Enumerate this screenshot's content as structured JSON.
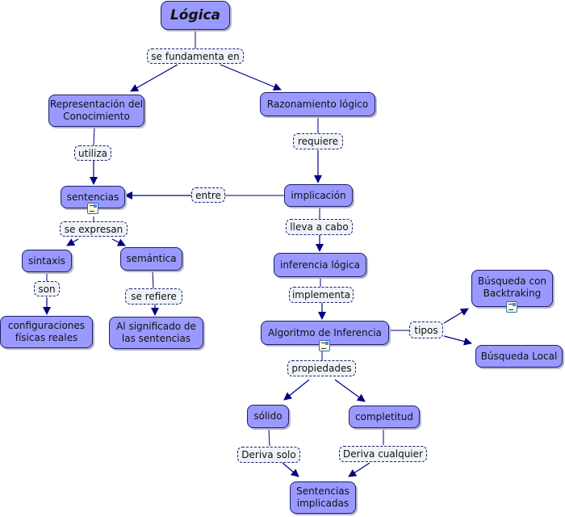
{
  "colors": {
    "concept_fill": "#9999ff",
    "concept_border": "#1f1f6b",
    "link_fill": "#eef3f7",
    "edge": "#000080"
  },
  "concepts": {
    "logica": "Lógica",
    "representacion": "Representación del Conocimiento",
    "razonamiento": "Razonamiento lógico",
    "sentencias": "sentencias",
    "implicacion": "implicación",
    "sintaxis": "sintaxis",
    "semantica": "semántica",
    "inferencia": "inferencia lógica",
    "configuraciones": "configuraciones físicas reales",
    "significado": "Al significado de las sentencias",
    "algoritmo": "Algoritmo de Inferencia",
    "backtracking": "Búsqueda con Backtraking",
    "local": "Búsqueda Local",
    "solido": "sólido",
    "completitud": "completitud",
    "implicadas": "Sentencias implicadas"
  },
  "links": {
    "fundamenta": "se fundamenta en",
    "utiliza": "utiliza",
    "requiere": "requiere",
    "entre": "entre",
    "expresan": "se expresan",
    "lleva": "lleva a cabo",
    "son": "son",
    "refiere": "se refiere",
    "implementa": "implementa",
    "tipos": "tipos",
    "propiedades": "propiedades",
    "deriva_solo": "Deriva solo",
    "deriva_cualquier": "Deriva cualquier"
  },
  "resources": [
    "sentencias",
    "algoritmo",
    "backtracking"
  ]
}
